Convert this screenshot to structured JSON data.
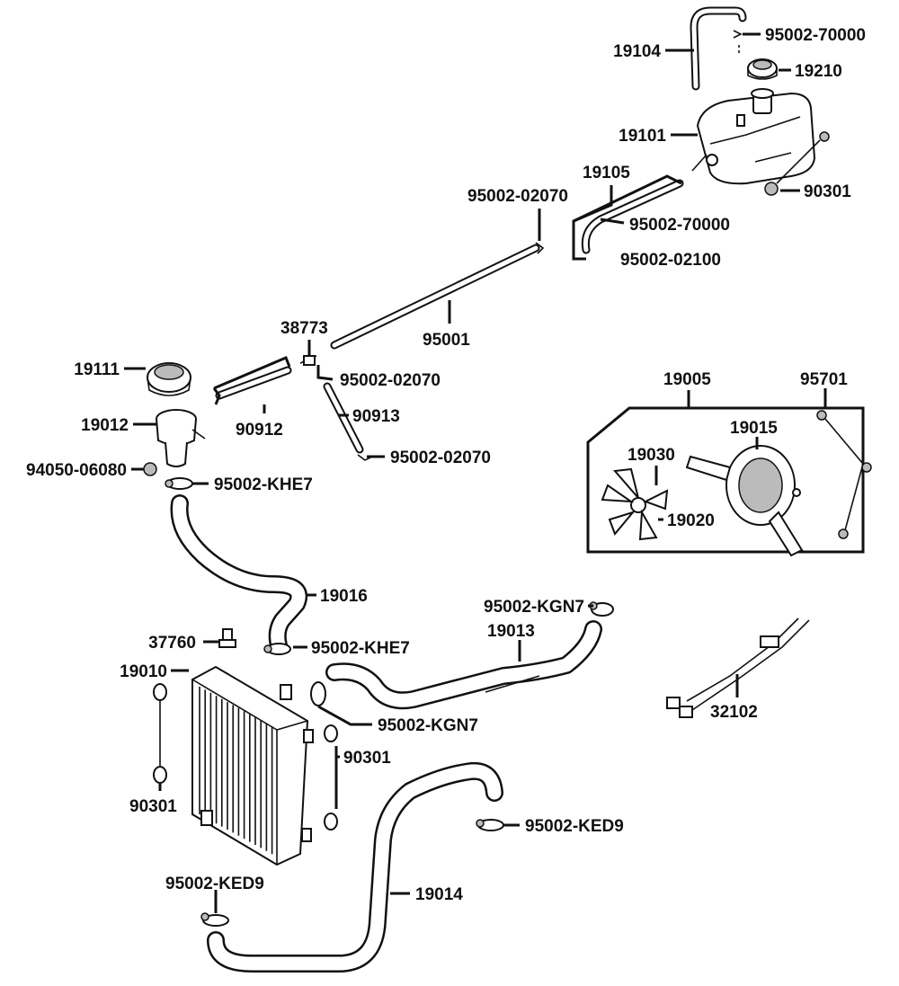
{
  "labels": {
    "p19104": "19104",
    "p95002_70000_top": "95002-70000",
    "p19210": "19210",
    "p19101": "19101",
    "p90301_tank": "90301",
    "p19105": "19105",
    "p95002_02070_a": "95002-02070",
    "p95002_70000_mid": "95002-70000",
    "p95002_02100": "95002-02100",
    "p95001": "95001",
    "p38773": "38773",
    "p95002_02070_b": "95002-02070",
    "p19111": "19111",
    "p90912": "90912",
    "p90913": "90913",
    "p19012": "19012",
    "p95002_02070_c": "95002-02070",
    "p94050_06080": "94050-06080",
    "p95002_KHE7_a": "95002-KHE7",
    "p19005": "19005",
    "p95701": "95701",
    "p19015": "19015",
    "p19030": "19030",
    "p19020": "19020",
    "p19016": "19016",
    "p95002_KGN7_a": "95002-KGN7",
    "p19013": "19013",
    "p37760": "37760",
    "p95002_KHE7_b": "95002-KHE7",
    "p19010": "19010",
    "p95002_KGN7_b": "95002-KGN7",
    "p32102": "32102",
    "p90301_left": "90301",
    "p90301_right": "90301",
    "p95002_KED9_a": "95002-KED9",
    "p95002_KED9_b": "95002-KED9",
    "p19014": "19014"
  },
  "colors": {
    "ink": "#111111",
    "paper": "#ffffff",
    "shade": "#bbbbbb"
  }
}
